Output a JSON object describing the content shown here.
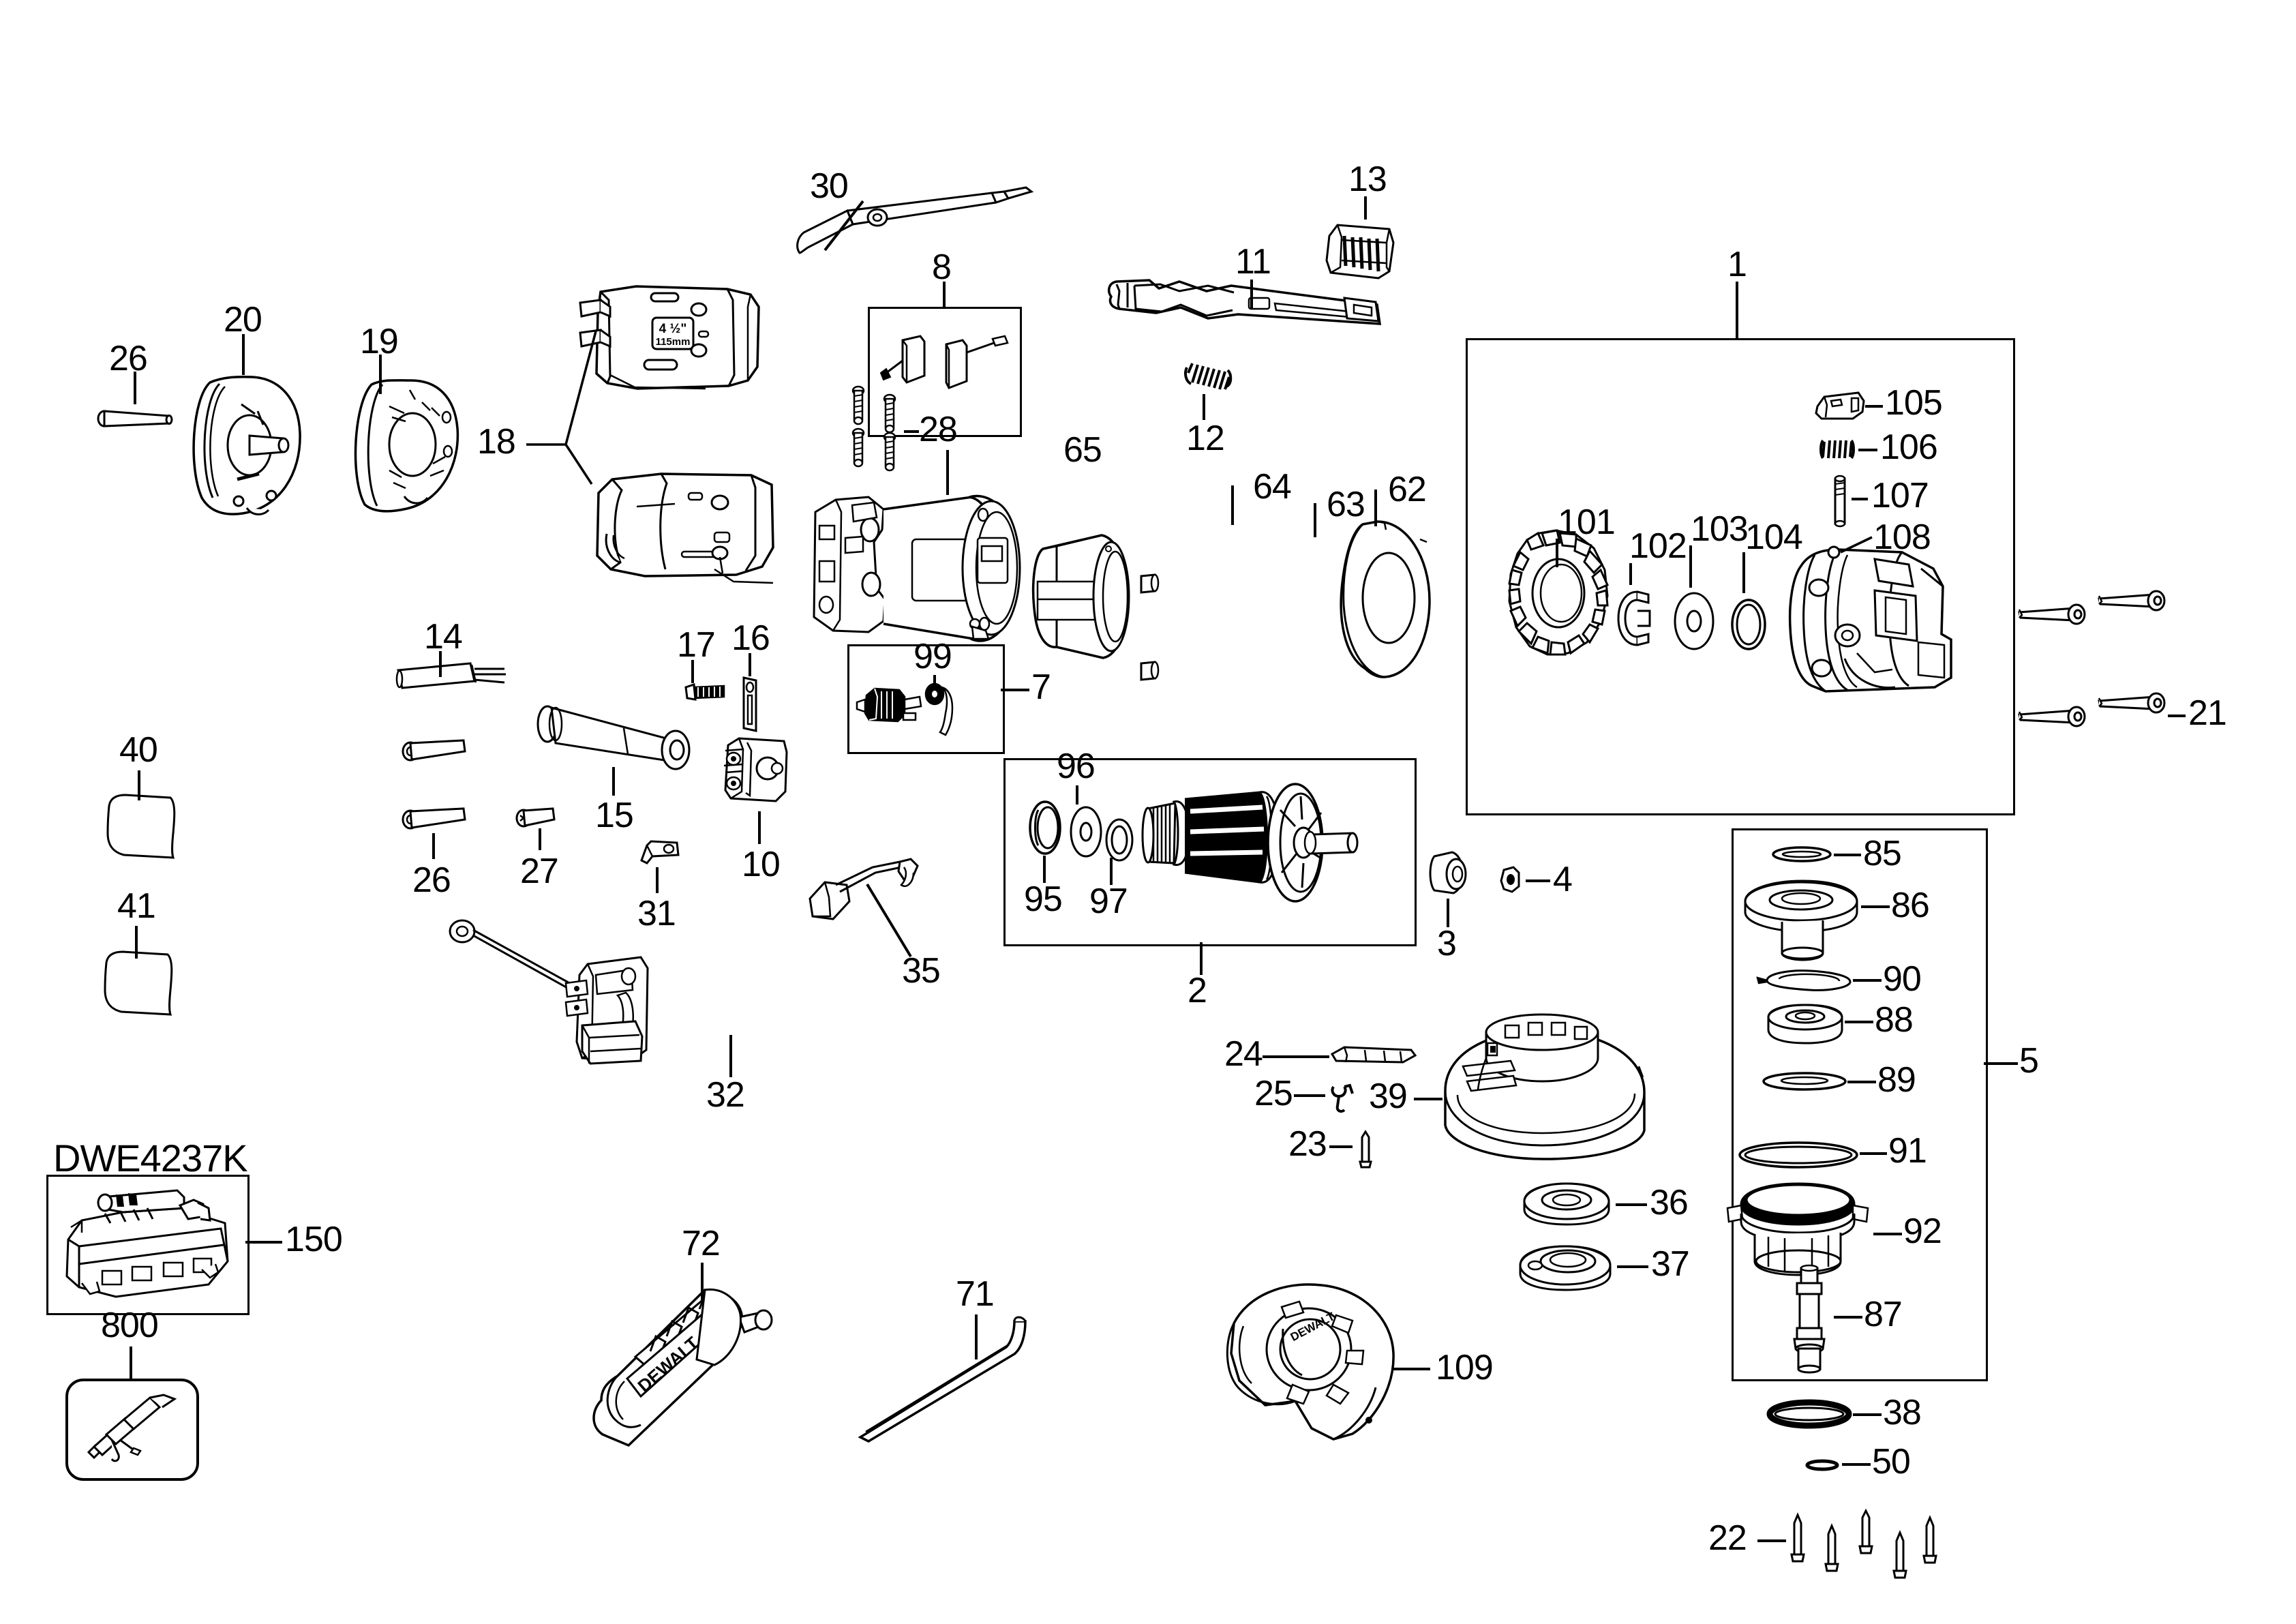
{
  "document": {
    "type": "exploded-parts-diagram",
    "model_label": "DWE4237K",
    "housing_marking_line1": "4 ½\"",
    "housing_marking_line2": "115mm",
    "grip_brand": "DEWALT",
    "background_color": "#ffffff",
    "line_color": "#000000"
  },
  "callouts": {
    "n1": "1",
    "n2": "2",
    "n3": "3",
    "n4": "4",
    "n5": "5",
    "n7": "7",
    "n8": "8",
    "n10": "10",
    "n11": "11",
    "n12": "12",
    "n13": "13",
    "n14": "14",
    "n15": "15",
    "n16": "16",
    "n17": "17",
    "n18": "18",
    "n19": "19",
    "n20": "20",
    "n21": "21",
    "n22": "22",
    "n23": "23",
    "n24": "24",
    "n25": "25",
    "n26a": "26",
    "n26b": "26",
    "n27": "27",
    "n28": "28",
    "n30": "30",
    "n31": "31",
    "n32": "32",
    "n35": "35",
    "n36": "36",
    "n37": "37",
    "n38": "38",
    "n39": "39",
    "n40": "40",
    "n41": "41",
    "n50": "50",
    "n62": "62",
    "n63": "63",
    "n64": "64",
    "n65": "65",
    "n71": "71",
    "n72": "72",
    "n85": "85",
    "n86": "86",
    "n87": "87",
    "n88": "88",
    "n89": "89",
    "n90": "90",
    "n91": "91",
    "n92": "92",
    "n95": "95",
    "n96": "96",
    "n97": "97",
    "n99": "99",
    "n101": "101",
    "n102": "102",
    "n103": "103",
    "n104": "104",
    "n105": "105",
    "n106": "106",
    "n107": "107",
    "n108": "108",
    "n109": "109",
    "n150": "150",
    "n800": "800"
  }
}
